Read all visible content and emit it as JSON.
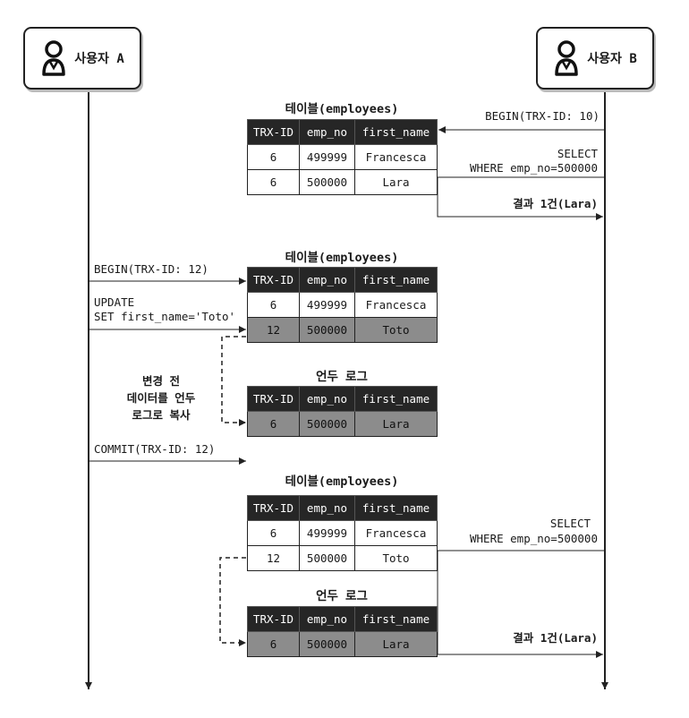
{
  "users": {
    "a": {
      "label": "사용자 A",
      "icon": "user-icon"
    },
    "b": {
      "label": "사용자 B",
      "icon": "user-icon"
    }
  },
  "columns": [
    "TRX-ID",
    "emp_no",
    "first_name"
  ],
  "sections": {
    "s1": {
      "table_title": "테이블(employees)",
      "rows": [
        [
          "6",
          "499999",
          "Francesca"
        ],
        [
          "6",
          "500000",
          "Lara"
        ]
      ],
      "begin_b": "BEGIN(TRX-ID: 10)",
      "select_line1": "SELECT",
      "select_line2": "WHERE emp_no=500000",
      "result": "결과 1건(Lara)"
    },
    "s2": {
      "table_title": "테이블(employees)",
      "rows": [
        [
          "6",
          "499999",
          "Francesca"
        ],
        [
          "12",
          "500000",
          "Toto"
        ]
      ],
      "begin_a": "BEGIN(TRX-ID: 12)",
      "update_line1": "UPDATE",
      "update_line2": "SET first_name='Toto'"
    },
    "s3": {
      "undo_title": "언두 로그",
      "rows": [
        [
          "6",
          "500000",
          "Lara"
        ]
      ],
      "note_line1": "변경 전",
      "note_line2": "데이터를 언두",
      "note_line3": "로그로 복사",
      "commit_a": "COMMIT(TRX-ID: 12)"
    },
    "s4": {
      "table_title": "테이블(employees)",
      "rows": [
        [
          "6",
          "499999",
          "Francesca"
        ],
        [
          "12",
          "500000",
          "Toto"
        ]
      ],
      "undo_title": "언두 로그",
      "undo_rows": [
        [
          "6",
          "500000",
          "Lara"
        ]
      ],
      "select_line1": "SELECT",
      "select_line2": "WHERE emp_no=500000",
      "result": "결과 1건(Lara)"
    }
  }
}
